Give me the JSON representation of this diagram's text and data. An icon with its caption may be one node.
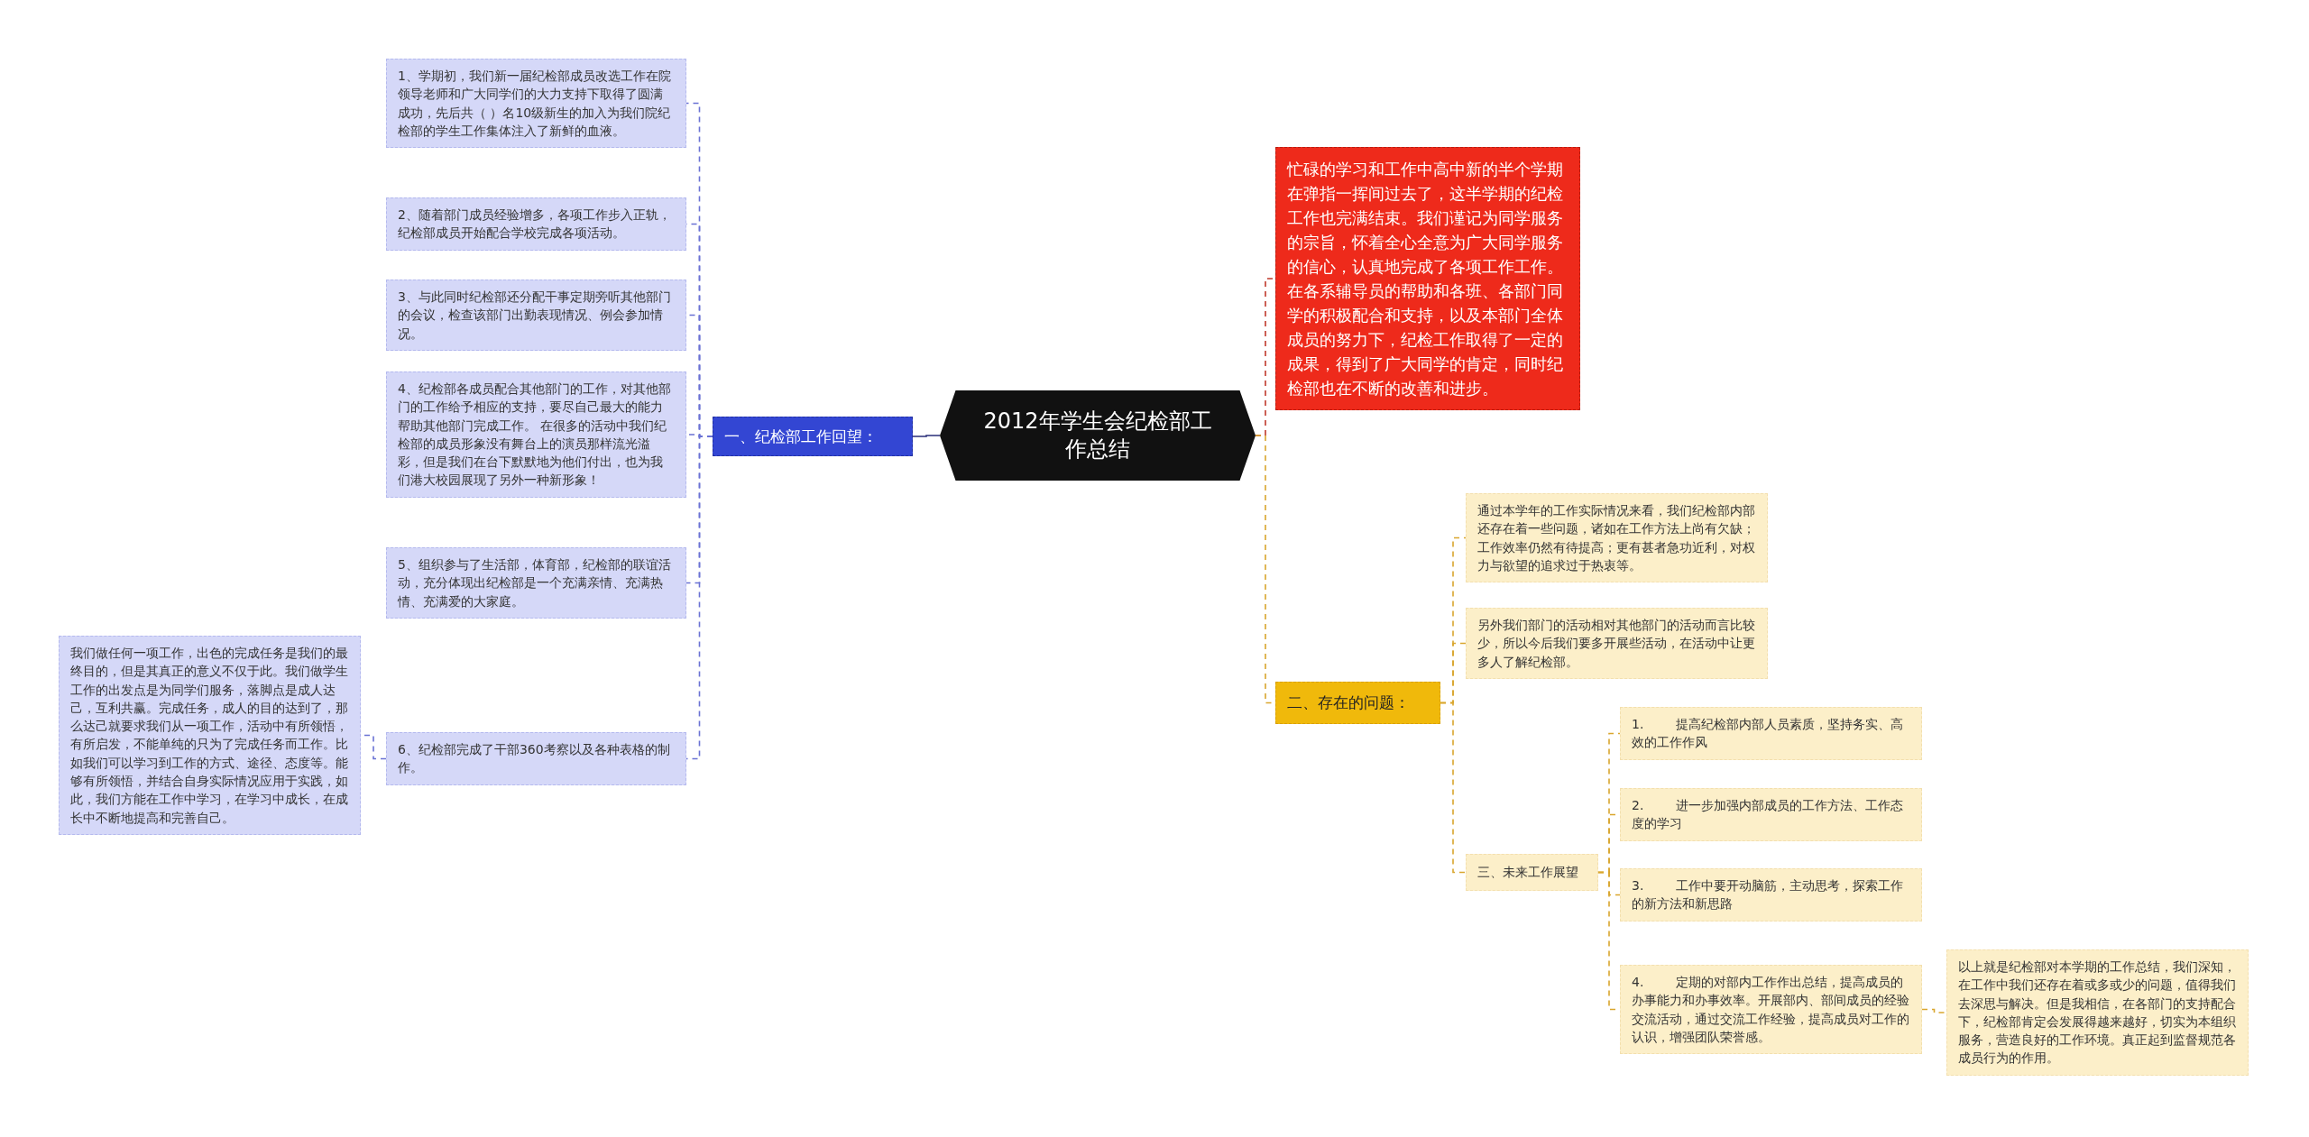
{
  "diagram": {
    "nodes": [
      {
        "text": [
          "2012年学生会纪检部工作总结"
        ]
      },
      {
        "text": [
          "一、纪检部工作回望："
        ]
      },
      {
        "text": [
          "1、学期初，我们新一届纪检部成员改选工作在院领导老师和广大同学们的大力支持下取得了圆满成功，先后共（ ）名10级新生的加入为我们院纪检部的学生工作集体注入了新鲜的血液。"
        ]
      },
      {
        "text": [
          "2、随着部门成员经验增多，各项工作步入正轨，纪检部成员开始配合学校完成各项活动。"
        ]
      },
      {
        "text": [
          "3、与此同时纪检部还分配干事定期旁听其他部门的会议，检查该部门出勤表现情况、例会参加情况。"
        ]
      },
      {
        "text": [
          "4、纪检部各成员配合其他部门的工作，对其他部门的工作给予相应的支持，要尽自己最大的能力帮助其他部门完成工作。 在很多的活动中我们纪检部的成员形象没有舞台上的演员那样流光溢彩，但是我们在台下默默地为他们付出，也为我们港大校园展现了另外一种新形象！"
        ]
      },
      {
        "text": [
          "5、组织参与了生活部，体育部，纪检部的联谊活动，充分体现出纪检部是一个充满亲情、充满热情、充满爱的大家庭。"
        ]
      },
      {
        "text": [
          "6、纪检部完成了干部360考察以及各种表格的制作。"
        ]
      },
      {
        "text": [
          "我们做任何一项工作，出色的完成任务是我们的最终目的，但是其真正的意义不仅于此。我们做学生工作的出发点是为同学们服务，落脚点是成人达己，互利共赢。完成任务，成人的目的达到了，那么达己就要求我们从一项工作，活动中有所领悟，有所启发，不能单纯的只为了完成任务而工作。比如我们可以学习到工作的方式、途径、态度等。能够有所领悟，并结合自身实际情况应用于实践，如此，我们方能在工作中学习，在学习中成长，在成长中不断地提高和完善自己。"
        ]
      },
      {
        "text": [
          "忙碌的学习和工作中高中新的半个学期在弹指一挥间过去了，这半学期的纪检工作也完满结束。我们谨记为同学服务的宗旨，怀着全心全意为广大同学服务的信心，认真地完成了各项工作工作。在各系辅导员的帮助和各班、各部门同学的积极配合和支持，以及本部门全体成员的努力下，纪检工作取得了一定的成果，得到了广大同学的肯定，同时纪检部也在不断的改善和进步。"
        ]
      },
      {
        "text": [
          "二、存在的问题："
        ]
      },
      {
        "text": [
          "通过本学年的工作实际情况来看，我们纪检部内部还存在着一些问题，诸如在工作方法上尚有欠缺；工作效率仍然有待提高；更有甚者急功近利，对权力与欲望的追求过于热衷等。"
        ]
      },
      {
        "text": [
          "另外我们部门的活动相对其他部门的活动而言比较少，所以今后我们要多开展些活动，在活动中让更多人了解纪检部。"
        ]
      },
      {
        "text": [
          "三、未来工作展望"
        ]
      },
      {
        "text": [
          "1.        提高纪检部内部人员素质，坚持务实、高效的工作作风"
        ]
      },
      {
        "text": [
          "2.        进一步加强内部成员的工作方法、工作态度的学习"
        ]
      },
      {
        "text": [
          "3.        工作中要开动脑筋，主动思考，探索工作的新方法和新思路"
        ]
      },
      {
        "text": [
          "4.        定期的对部内工作作出总结，提高成员的办事能力和办事效率。开展部内、部间成员的经验交流活动，通过交流工作经验，提高成员对工作的认识，增强团队荣誉感。"
        ]
      },
      {
        "text": [
          "以上就是纪检部对本学期的工作总结，我们深知，在工作中我们还存在着或多或少的问题，值得我们去深思与解决。但是我相信，在各部门的支持配合下，纪检部肯定会发展得越来越好，切实为本组织服务，营造良好的工作环境。真正起到监督规范各成员行为的作用。"
        ]
      }
    ],
    "edges": [
      {
        "from": 0,
        "to": 1,
        "arrow": "none",
        "color": "#2a2f7a"
      },
      {
        "from": 1,
        "to": 2,
        "arrow": "none",
        "style": "dashed",
        "color": "#6a72d4"
      },
      {
        "from": 1,
        "to": 3,
        "arrow": "none",
        "style": "dashed",
        "color": "#6a72d4"
      },
      {
        "from": 1,
        "to": 4,
        "arrow": "none",
        "style": "dashed",
        "color": "#6a72d4"
      },
      {
        "from": 1,
        "to": 5,
        "arrow": "none",
        "style": "dashed",
        "color": "#6a72d4"
      },
      {
        "from": 1,
        "to": 6,
        "arrow": "none",
        "style": "dashed",
        "color": "#6a72d4"
      },
      {
        "from": 1,
        "to": 7,
        "arrow": "none",
        "style": "dashed",
        "color": "#6a72d4"
      },
      {
        "from": 7,
        "to": 8,
        "arrow": "none",
        "style": "dashed",
        "color": "#6a72d4"
      },
      {
        "from": 0,
        "to": 9,
        "arrow": "none",
        "style": "dashed",
        "color": "#c0392b"
      },
      {
        "from": 0,
        "to": 10,
        "arrow": "none",
        "style": "dashed"
      },
      {
        "from": 10,
        "to": 11,
        "arrow": "none",
        "style": "dashed"
      },
      {
        "from": 10,
        "to": 12,
        "arrow": "none",
        "style": "dashed"
      },
      {
        "from": 10,
        "to": 13,
        "arrow": "none",
        "style": "dashed"
      },
      {
        "from": 13,
        "to": 14,
        "arrow": "none",
        "style": "dashed"
      },
      {
        "from": 13,
        "to": 15,
        "arrow": "none",
        "style": "dashed"
      },
      {
        "from": 13,
        "to": 16,
        "arrow": "none",
        "style": "dashed"
      },
      {
        "from": 13,
        "to": 17,
        "arrow": "none",
        "style": "dashed"
      },
      {
        "from": 17,
        "to": 18,
        "arrow": "none",
        "style": "dashed"
      }
    ]
  }
}
